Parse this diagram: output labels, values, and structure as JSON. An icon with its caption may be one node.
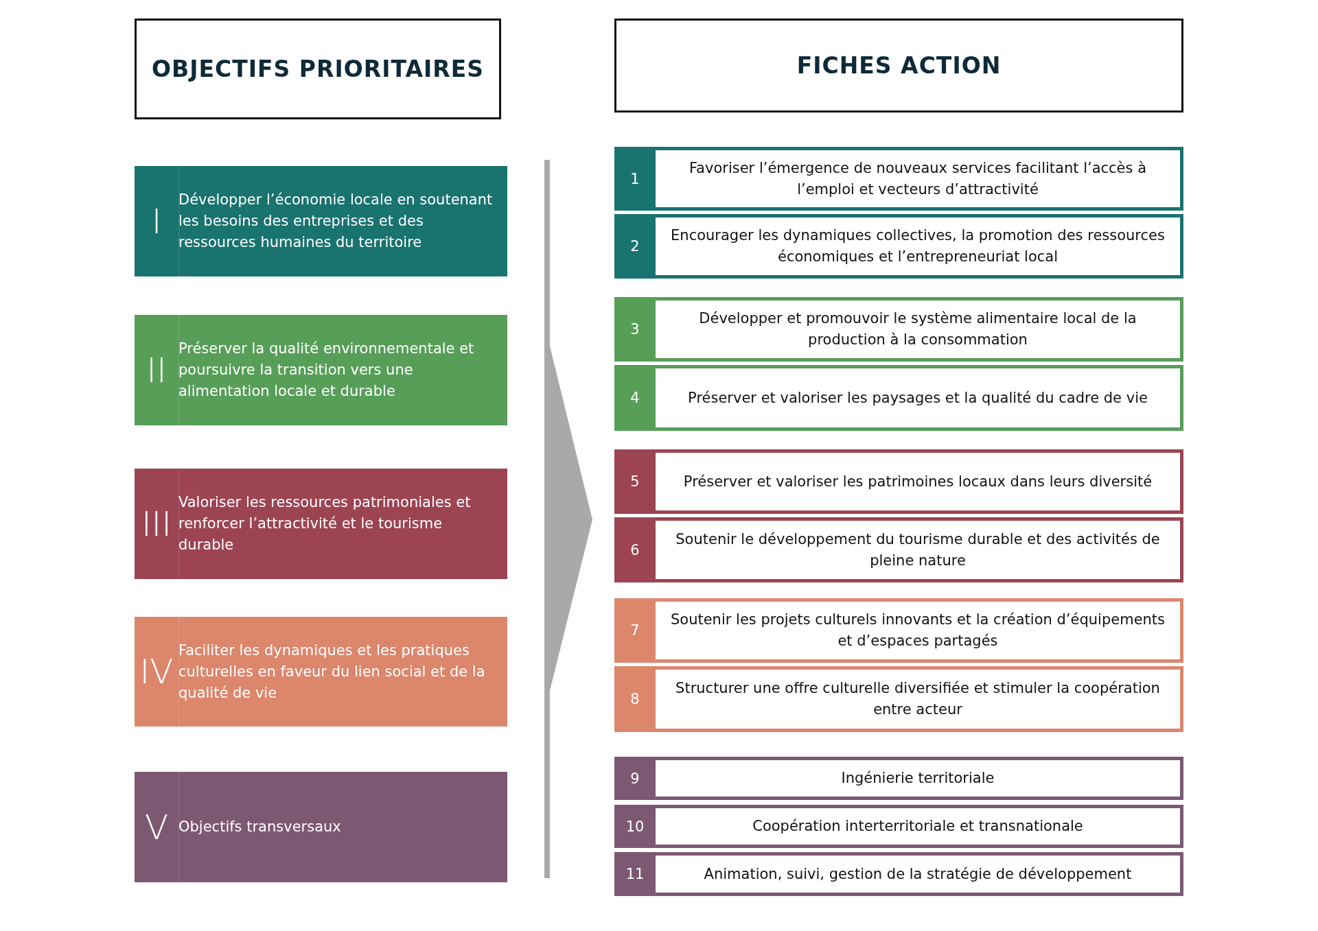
{
  "diagram": {
    "nodes": [
      {
        "text": [
          "OBJECTIFS PRIORITAIRES"
        ]
      },
      {
        "text": [
          "FICHES ACTION"
        ]
      },
      {
        "text": [
          "I",
          "Développer l’économie locale en soutenant les besoins des entreprises et des ressources humaines du territoire"
        ]
      },
      {
        "text": [
          "II",
          "Préserver la qualité environnementale et poursuivre la transition vers une alimentation locale et durable"
        ]
      },
      {
        "text": [
          "III",
          "Valoriser les ressources patrimoniales et renforcer l’attractivité et le tourisme durable"
        ]
      },
      {
        "text": [
          "IV",
          "Faciliter les dynamiques et les pratiques culturelles en faveur du lien social et de la qualité de vie"
        ]
      },
      {
        "text": [
          "V",
          "Objectifs transversaux"
        ]
      },
      {
        "text": [
          "1",
          "Favoriser l’émergence de nouveaux services facilitant l’accès à l’emploi et vecteurs d’attractivité"
        ]
      },
      {
        "text": [
          "2",
          "Encourager les dynamiques collectives, la promotion des ressources économiques et l’entrepreneuriat local"
        ]
      },
      {
        "text": [
          "3",
          "Développer et promouvoir le système alimentaire local de la production à la consommation"
        ]
      },
      {
        "text": [
          "4",
          "Préserver et valoriser les paysages et la qualité du cadre de vie"
        ]
      },
      {
        "text": [
          "5",
          "Préserver et valoriser les patrimoines locaux dans leurs diversité"
        ]
      },
      {
        "text": [
          "6",
          "Soutenir le développement du tourisme durable et des activités de pleine nature"
        ]
      },
      {
        "text": [
          "7",
          "Soutenir les projets culturels innovants et  la création d’équipements et d’espaces partagés"
        ]
      },
      {
        "text": [
          "8",
          "Structurer une offre culturelle diversifiée et stimuler la coopération entre acteur"
        ]
      },
      {
        "text": [
          "9",
          "Ingénierie territoriale"
        ]
      },
      {
        "text": [
          "10",
          "Coopération interterritoriale et transnationale"
        ]
      },
      {
        "text": [
          "11",
          "Animation, suivi, gestion de la stratégie de développement"
        ]
      }
    ],
    "edges": [
      {
        "from": 4,
        "to": 12,
        "arrow": "to"
      }
    ]
  }
}
